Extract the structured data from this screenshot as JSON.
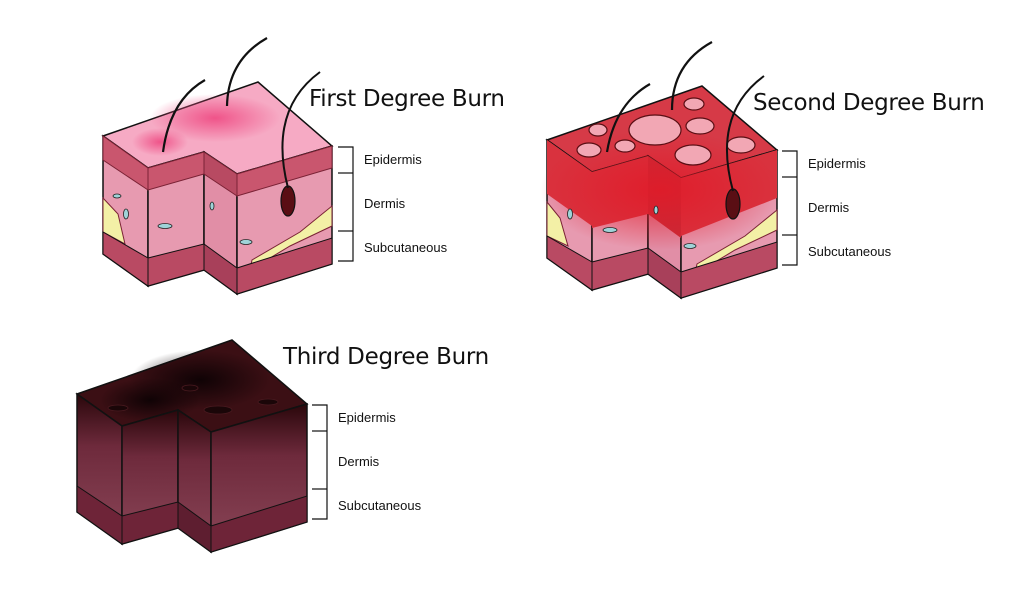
{
  "panels": [
    {
      "title": "First Degree Burn",
      "labels": {
        "epidermis": "Epidermis",
        "dermis": "Dermis",
        "subcutaneous": "Subcutaneous"
      }
    },
    {
      "title": "Second Degree Burn",
      "labels": {
        "epidermis": "Epidermis",
        "dermis": "Dermis",
        "subcutaneous": "Subcutaneous"
      }
    },
    {
      "title": "Third Degree Burn",
      "labels": {
        "epidermis": "Epidermis",
        "dermis": "Dermis",
        "subcutaneous": "Subcutaneous"
      }
    }
  ],
  "colors": {
    "first_top": "#f6a9c3",
    "first_burn": "#ef5a8c",
    "dermis_pink": "#e79ab0",
    "epidermis_band": "#c9566e",
    "subcutaneous": "#b94a63",
    "fat": "#f3f0a6",
    "second_top": "#d63a47",
    "blister": "#f2a7b4",
    "third_top": "#3b0f14",
    "third_side": "#8b4658",
    "third_char": "#1a0608"
  }
}
